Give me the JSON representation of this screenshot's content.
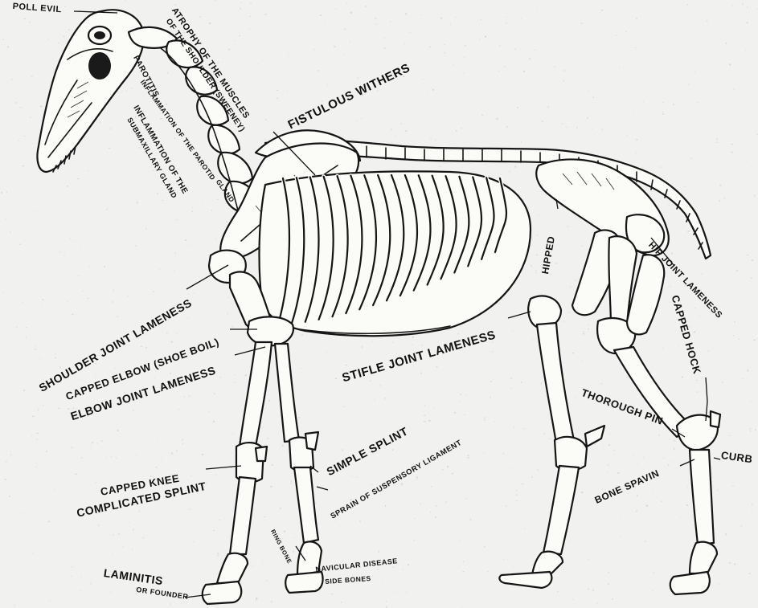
{
  "labels": {
    "poll_evil": "POLL EVIL",
    "atrophy": "ATROPHY OF THE MUSCLES",
    "shoulder_sweeney": "OF THE SHOULDER (SWEENEY)",
    "fistulous_withers": "FISTULOUS WITHERS",
    "parotitis": "PAROTITIS",
    "inflammation_parotid_1": "INFLAMMATION OF THE PAROTID",
    "inflammation_parotid_2": "GLAND",
    "inflammation_submax_1": "INFLAMMATION OF THE",
    "inflammation_submax_2": "SUBMAXILLARY GLAND",
    "hipped": "HIPPED",
    "hip_joint_lameness": "HIP JOINT LAMENESS",
    "shoulder_joint_lameness": "SHOULDER JOINT LAMENESS",
    "capped_elbow": "CAPPED ELBOW (SHOE BOIL)",
    "elbow_joint_lameness": "ELBOW JOINT LAMENESS",
    "stifle_joint_lameness": "STIFLE JOINT LAMENESS",
    "capped_hock": "CAPPED HOCK",
    "thorough_pin": "THOROUGH PIN",
    "curb": "CURB",
    "bone_spavin": "BONE SPAVIN",
    "simple_splint": "SIMPLE SPLINT",
    "sprain_suspensory": "SPRAIN OF SUSPENSORY LIGAMENT",
    "capped_knee": "CAPPED KNEE",
    "complicated_splint": "COMPLICATED SPLINT",
    "ring_bone": "RING BONE",
    "navicular_disease": "NAVICULAR DISEASE",
    "side_bones": "SIDE BONES",
    "laminitis": "LAMINITIS",
    "or_founder": "OR FOUNDER"
  }
}
